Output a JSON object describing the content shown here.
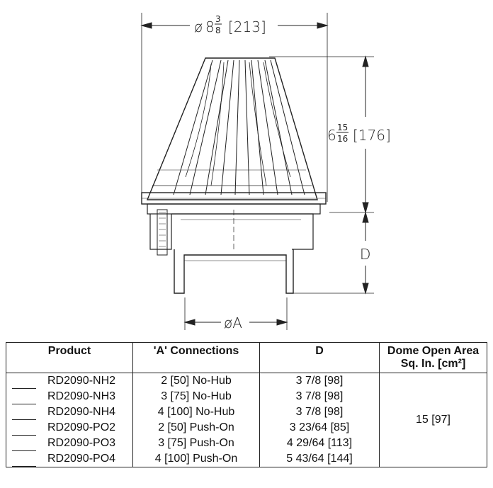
{
  "dimensions": {
    "dome_diameter_symbol": "ø",
    "dome_diameter_whole": "8",
    "dome_diameter_num": "3",
    "dome_diameter_den": "8",
    "dome_diameter_metric": "[213]",
    "height_whole": "6",
    "height_num": "15",
    "height_den": "16",
    "height_metric": "[176]",
    "d_label": "D",
    "a_label": "øA"
  },
  "table": {
    "headers": {
      "product": "Product",
      "connections": "'A' Connections",
      "d": "D",
      "area_line1": "Dome Open Area",
      "area_line2": "Sq. In. [cm²]"
    },
    "rows": [
      {
        "product": "RD2090-NH2",
        "connection": "2 [50] No-Hub",
        "d": "3 7/8 [98]"
      },
      {
        "product": "RD2090-NH3",
        "connection": "3 [75] No-Hub",
        "d": "3 7/8 [98]"
      },
      {
        "product": "RD2090-NH4",
        "connection": "4 [100] No-Hub",
        "d": "3 7/8 [98]"
      },
      {
        "product": "RD2090-PO2",
        "connection": "2 [50] Push-On",
        "d": "3 23/64 [85]"
      },
      {
        "product": "RD2090-PO3",
        "connection": "3 [75] Push-On",
        "d": "4 29/64 [113]"
      },
      {
        "product": "RD2090-PO4",
        "connection": "4 [100] Push-On",
        "d": "5 43/64 [144]"
      }
    ],
    "area_value": "15 [97]"
  }
}
